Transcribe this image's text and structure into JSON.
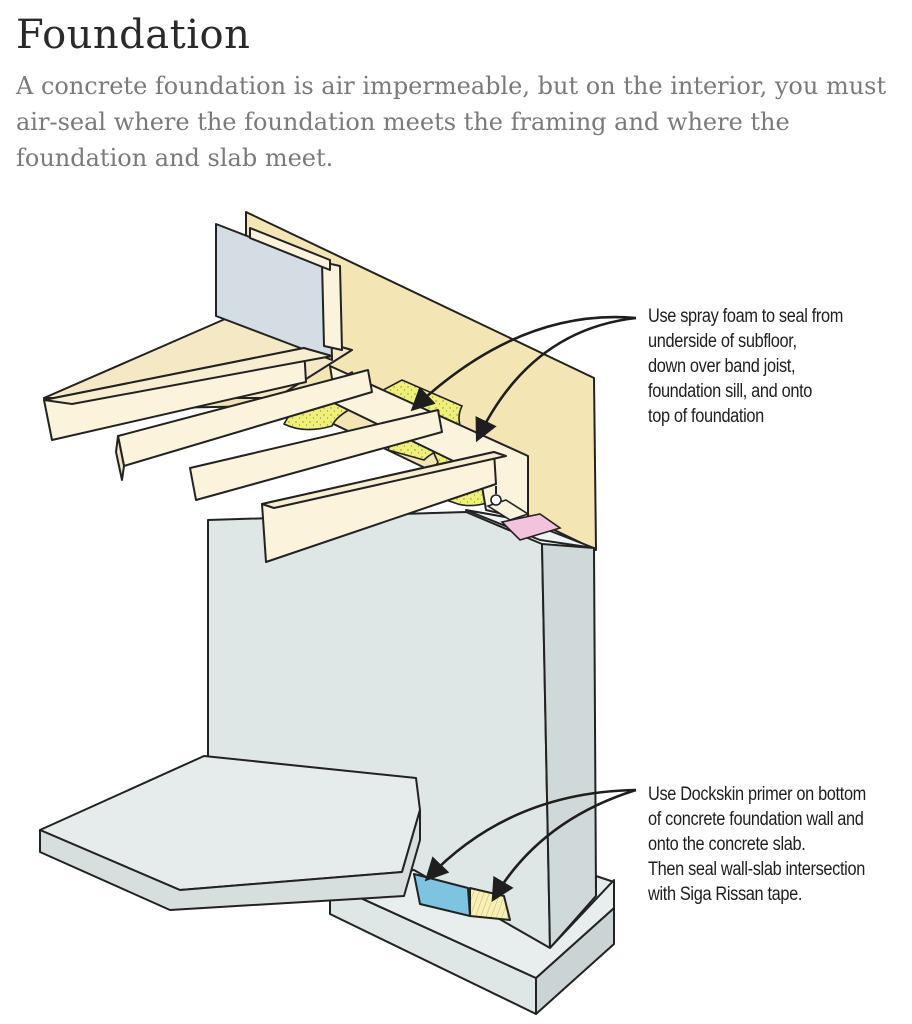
{
  "title": "Foundation",
  "subtitle": "A concrete foundation is air impermeable, but on the interior, you must air-seal where the foundation meets the framing and where the foundation and slab meet.",
  "callouts": {
    "spray_foam": {
      "lines": [
        "Use spray foam to seal from",
        "underside of subfloor,",
        "down over band joist,",
        "foundation sill, and onto",
        "top of foundation"
      ]
    },
    "dockskin": {
      "lines": [
        "Use Dockskin primer on bottom",
        "of concrete foundation wall and",
        "onto the concrete slab.",
        "Then seal wall-slab intersection",
        "with Siga Rissan tape."
      ]
    }
  },
  "colors": {
    "concrete": "#dfe6e6",
    "sheathing": "#f4e6b4",
    "lumber": "#fbf3dc",
    "spray_foam": "#eef07a",
    "sill_gasket": "#f3c2dc",
    "primer": "#7ec3e0",
    "tape": "#f3ea9e",
    "drywall": "#d5dde4",
    "outline": "#222222"
  }
}
